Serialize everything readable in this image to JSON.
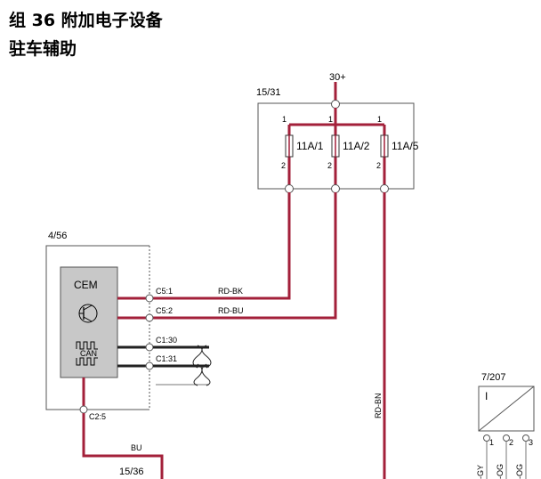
{
  "header": {
    "title_line1": "组 36 附加电子设备",
    "title_line2": "驻车辅助"
  },
  "colors": {
    "wire_red": "#a3203a",
    "wire_black": "#222222",
    "box_border": "#555555",
    "module_fill": "#c8c8c8"
  },
  "fusebox": {
    "ref": "15/31",
    "supply": "30+",
    "fuses": [
      {
        "label": "11A/1",
        "top_pin": "1",
        "bottom_pin": "2"
      },
      {
        "label": "11A/2",
        "top_pin": "1",
        "bottom_pin": "2"
      },
      {
        "label": "11A/5",
        "top_pin": "1",
        "bottom_pin": "2"
      }
    ]
  },
  "cem": {
    "ref": "4/56",
    "name": "CEM",
    "can_label": "CAN",
    "ground_connector": "C2:5",
    "ground_wire": "BU",
    "ground_ref": "15/36",
    "connectors": [
      {
        "pin": "C5:1",
        "wire": "RD-BK"
      },
      {
        "pin": "C5:2",
        "wire": "RD-BU"
      },
      {
        "pin": "C1:30",
        "wire": ""
      },
      {
        "pin": "C1:31",
        "wire": ""
      }
    ]
  },
  "right_wire": {
    "color_code": "RD-BN"
  },
  "module_7207": {
    "ref": "7/207",
    "symbol": "I",
    "pins": [
      "1",
      "2",
      "3"
    ],
    "wires": [
      "-GY",
      "-OG",
      "-OG"
    ]
  }
}
